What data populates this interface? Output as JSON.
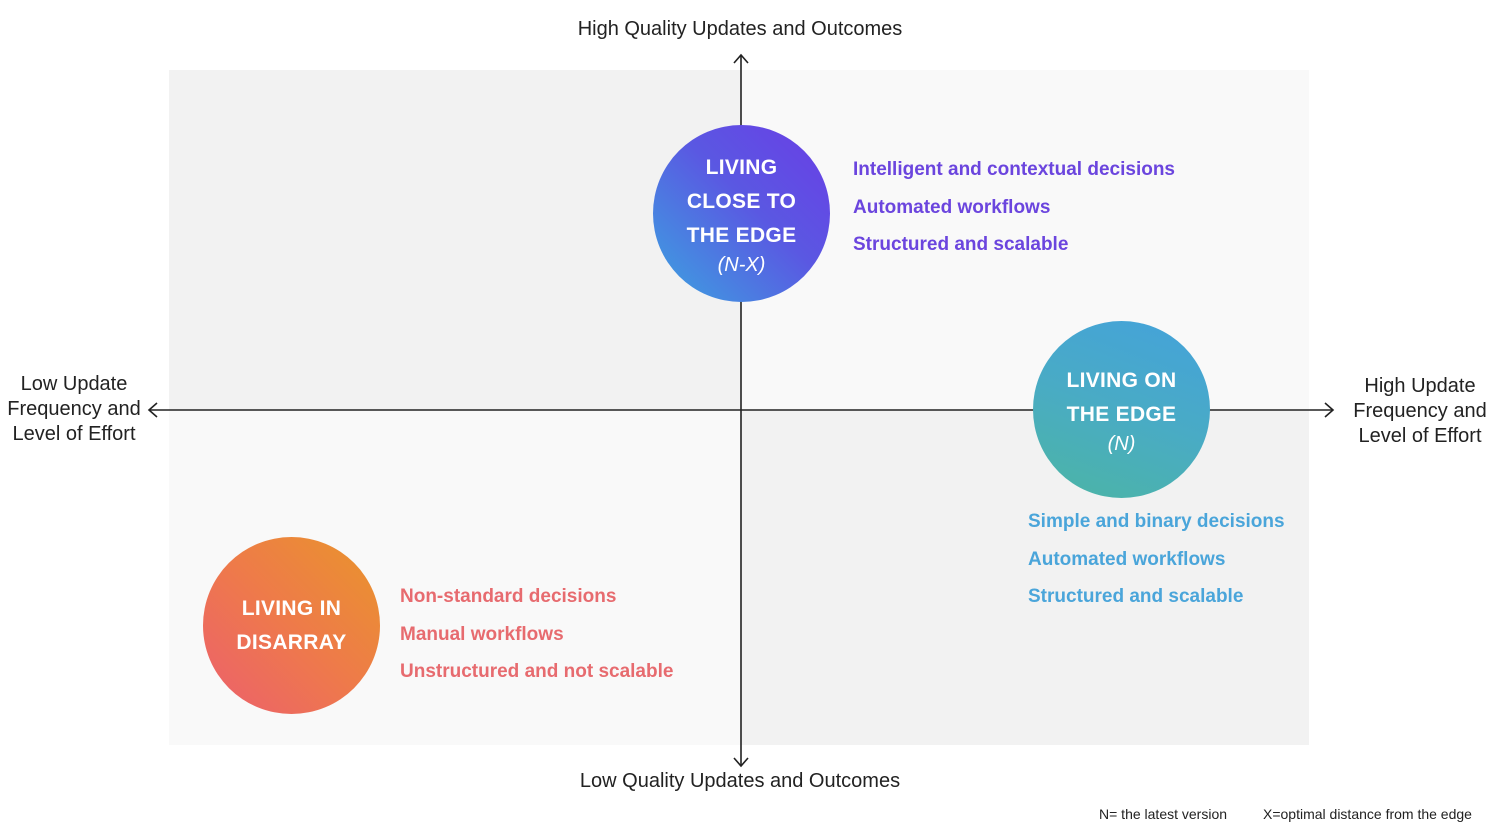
{
  "axes": {
    "top": "High Quality Updates and Outcomes",
    "bottom": "Low Quality Updates and Outcomes",
    "left": "Low Update\nFrequency and\nLevel of Effort",
    "right": "High Update\nFrequency and\nLevel of Effort"
  },
  "quadrants": {
    "close_to_edge": {
      "title": "LIVING\nCLOSE TO\nTHE EDGE",
      "subtitle": "(N-X)",
      "color": "#6b45de",
      "items": [
        "Intelligent and contextual decisions",
        "Automated workflows",
        "Structured and scalable"
      ]
    },
    "on_the_edge": {
      "title": "LIVING ON\nTHE EDGE",
      "subtitle": "(N)",
      "color": "#4aa5da",
      "items": [
        "Simple and binary decisions",
        "Automated workflows",
        "Structured and scalable"
      ]
    },
    "disarray": {
      "title": "LIVING IN\nDISARRAY",
      "subtitle": "",
      "color": "#e76b6f",
      "items": [
        "Non-standard decisions",
        "Manual workflows",
        "Unstructured and not scalable"
      ]
    }
  },
  "footnotes": {
    "n": "N= the latest version",
    "x": "X=optimal distance from the edge"
  }
}
